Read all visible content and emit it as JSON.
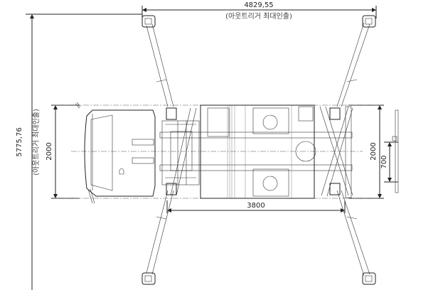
{
  "drawing": {
    "outrigger_width": {
      "value": "4829,55",
      "note": "(아웃트리거 최대인출)"
    },
    "outrigger_length": {
      "value": "5775,76",
      "note": "(아웃트리거 최대인출)"
    },
    "truck_width_left": "2000",
    "truck_width_right": "2000",
    "side_dim": "700",
    "wheelbase": "3800"
  }
}
